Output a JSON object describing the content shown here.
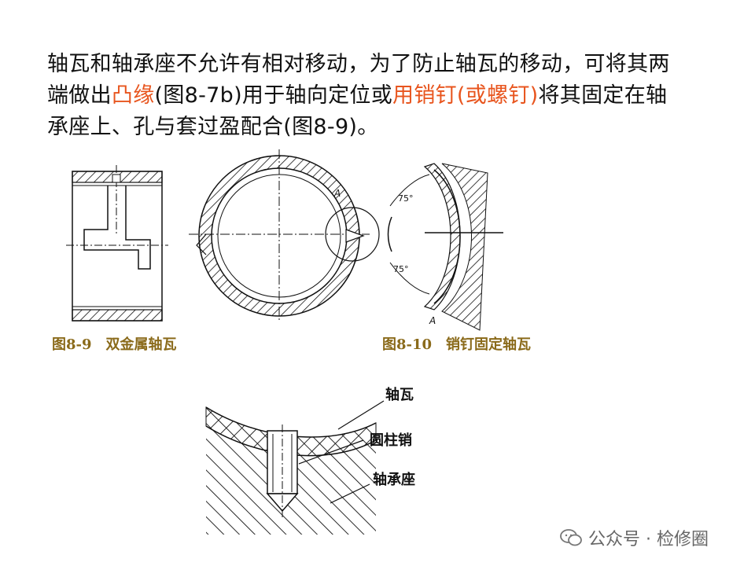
{
  "paragraph": {
    "part1": "轴瓦和轴承座不允许有相对移动，为了防止轴瓦的移动，可将其两端做出",
    "hl1": "凸缘",
    "part2": "(图8-7b)用于轴向定位或",
    "hl2": "用销钉(或螺钉)",
    "part3": "将其固定在轴承座上、孔与套过盈配合(图8-9)。"
  },
  "figures": {
    "fig1_caption": "图8-9　双金属轴瓦",
    "fig2_caption": "图8-10　销钉固定轴瓦",
    "fig2_angle_top": "75°",
    "fig2_angle_bottom": "75°",
    "fig2_point_a1": "A",
    "fig2_point_a2": "A",
    "fig3_labels": [
      "轴瓦",
      "圆柱销",
      "轴承座"
    ]
  },
  "watermark": {
    "text": "公众号 · 检修圈",
    "icon": "wechat-icon"
  },
  "colors": {
    "text": "#111111",
    "highlight": "#e8551e",
    "caption": "#8a6a1a"
  }
}
